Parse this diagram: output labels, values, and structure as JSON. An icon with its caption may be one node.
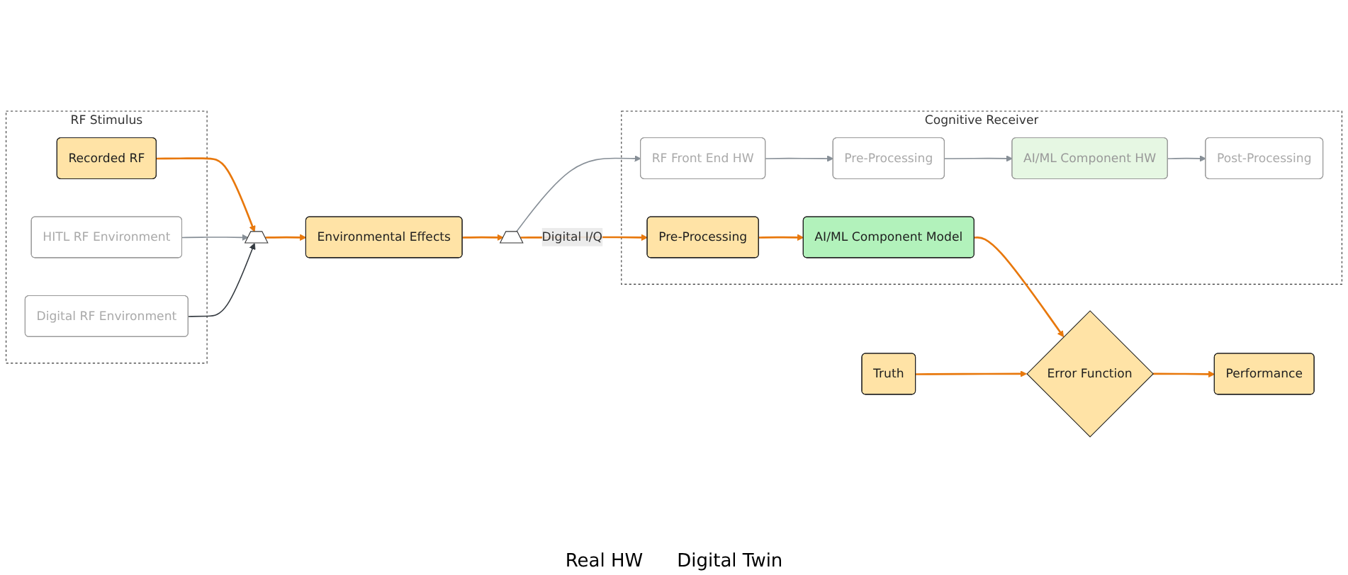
{
  "diagram": {
    "nodes": [
      {
        "text": [
          "RF Stimulus"
        ]
      },
      {
        "text": [
          "Recorded RF"
        ],
        "in": 0
      },
      {
        "text": [
          "HITL RF Environment"
        ],
        "in": 0
      },
      {
        "text": [
          "Digital RF Environment"
        ],
        "in": 0
      },
      {
        "text": [],
        "shape": "trapezoid"
      },
      {
        "text": [
          "Environmental Effects"
        ]
      },
      {
        "text": [],
        "shape": "trapezoid"
      },
      {
        "text": [
          "Cognitive Receiver"
        ]
      },
      {
        "text": [
          "RF Front End HW"
        ],
        "in": 7
      },
      {
        "text": [
          "Pre-Processing"
        ],
        "in": 7
      },
      {
        "text": [
          "AI/ML Component HW"
        ],
        "in": 7
      },
      {
        "text": [
          "Post-Processing"
        ],
        "in": 7
      },
      {
        "text": [
          "Pre-Processing"
        ],
        "in": 7
      },
      {
        "text": [
          "AI/ML Component Model"
        ],
        "in": 7
      },
      {
        "text": [
          "Error Function"
        ]
      },
      {
        "text": [
          "Performance"
        ]
      },
      {
        "text": [
          "Truth"
        ]
      }
    ],
    "edges": [
      {
        "from": 1,
        "to": 4,
        "arrow": "to"
      },
      {
        "from": 2,
        "to": 4,
        "arrow": "to",
        "color": "#868e96"
      },
      {
        "from": 3,
        "to": 4,
        "arrow": "to",
        "color": "#343a40"
      },
      {
        "from": 4,
        "to": 5,
        "arrow": "to"
      },
      {
        "from": 5,
        "to": 6,
        "arrow": "to"
      },
      {
        "from": 6,
        "to": 8,
        "arrow": "to",
        "color": "#868e96"
      },
      {
        "from": 8,
        "to": 9,
        "arrow": "to",
        "color": "#868e96"
      },
      {
        "from": 9,
        "to": 10,
        "arrow": "to",
        "color": "#868e96"
      },
      {
        "from": 10,
        "to": 11,
        "arrow": "to",
        "color": "#868e96"
      },
      {
        "from": 6,
        "to": 12,
        "arrow": "to",
        "label": "Digital I/Q"
      },
      {
        "from": 12,
        "to": 13,
        "arrow": "to"
      },
      {
        "from": 13,
        "to": 14,
        "arrow": "to"
      },
      {
        "from": 14,
        "to": 15,
        "arrow": "to"
      },
      {
        "from": 16,
        "to": 14,
        "arrow": "to"
      }
    ],
    "labels": [
      "Real HW",
      "Digital Twin"
    ]
  }
}
